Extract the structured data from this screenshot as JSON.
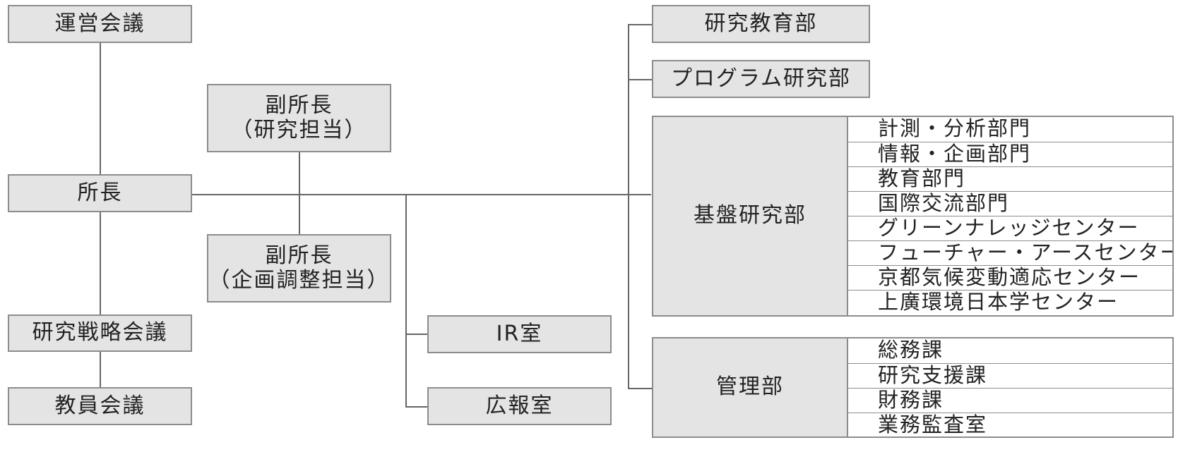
{
  "colors": {
    "box_fill": "#e4e4e4",
    "box_border": "#8c8c8c",
    "connector": "#666666"
  },
  "left": {
    "unei": "運営会議",
    "shocho": "所長",
    "senryaku": "研究戦略会議",
    "kyoin": "教員会議"
  },
  "vice": {
    "research_line1": "副所長",
    "research_line2": "（研究担当）",
    "planning_line1": "副所長",
    "planning_line2": "（企画調整担当）"
  },
  "offices": {
    "ir": "IR室",
    "koho": "広報室"
  },
  "depts": {
    "kyoiku": "研究教育部",
    "program": "プログラム研究部",
    "kiban": {
      "name": "基盤研究部",
      "units": [
        "計測・分析部門",
        "情報・企画部門",
        "教育部門",
        "国際交流部門",
        "グリーンナレッジセンター",
        "フューチャー・アースセンター",
        "京都気候変動適応センター",
        "上廣環境日本学センター"
      ]
    },
    "kanri": {
      "name": "管理部",
      "units": [
        "総務課",
        "研究支援課",
        "財務課",
        "業務監査室"
      ]
    }
  }
}
